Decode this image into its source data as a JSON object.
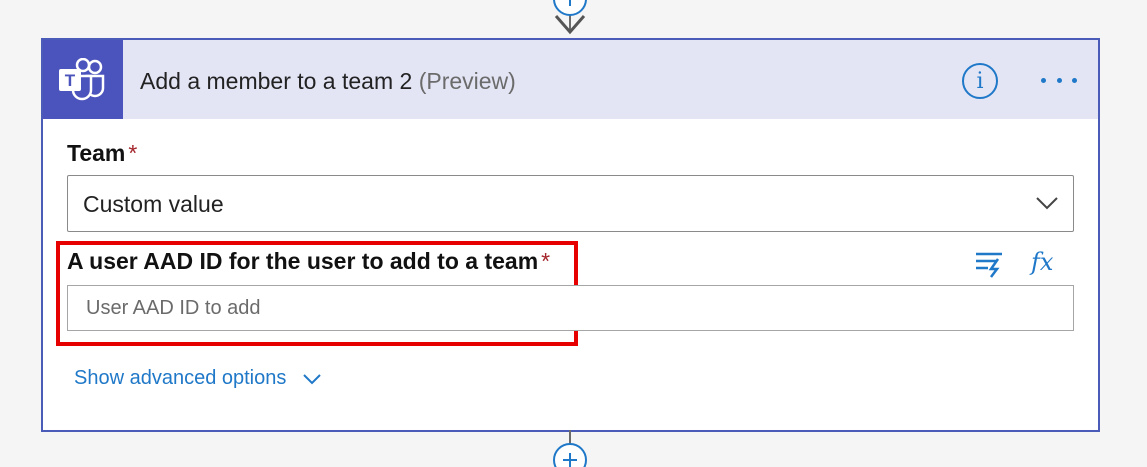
{
  "card": {
    "title": "Add a member to a team 2",
    "title_suffix": "(Preview)",
    "app_icon": "microsoft-teams-icon",
    "app_icon_letter": "T"
  },
  "header_actions": {
    "info_icon": "info-icon",
    "info_glyph": "i",
    "more_icon": "more-options-icon"
  },
  "fields": {
    "team": {
      "label": "Team",
      "required_mark": "*",
      "value": "Custom value"
    },
    "user_aad_id": {
      "label": "A user AAD ID for the user to add to a team",
      "required_mark": "*",
      "placeholder": "User AAD ID to add",
      "value": ""
    }
  },
  "tools": {
    "dynamic_content_icon": "dynamic-content-icon",
    "expression_label": "fx"
  },
  "advanced_options": {
    "label": "Show advanced options"
  },
  "colors": {
    "accent": "#1f78c8",
    "teams_brand": "#4b53bc",
    "header_bg": "#e3e5f5",
    "card_border": "#4a5bb8",
    "required": "#a4262c",
    "highlight": "#e60000"
  }
}
